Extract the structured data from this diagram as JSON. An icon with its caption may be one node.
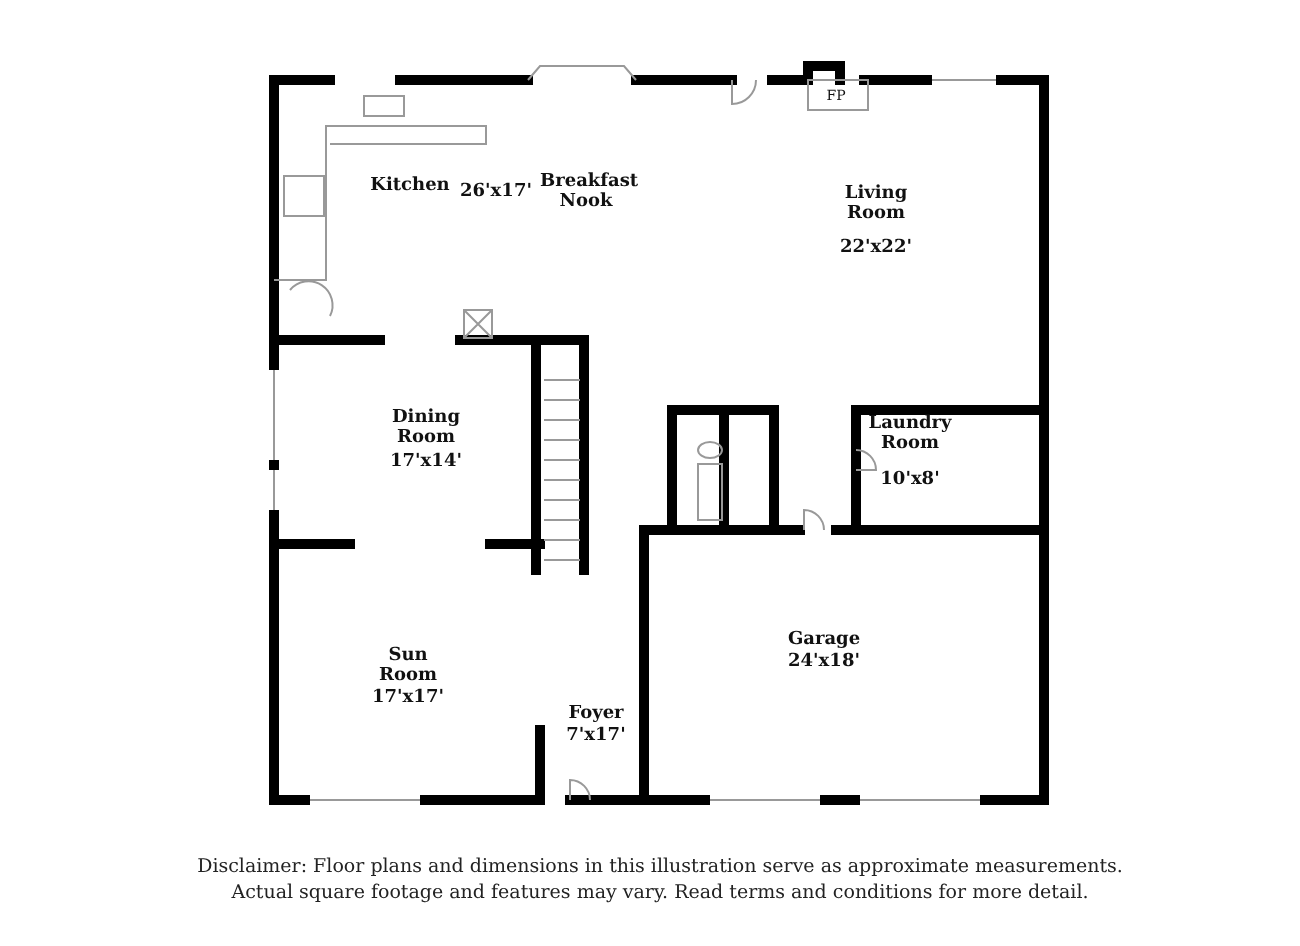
{
  "diagram": {
    "labels": [
      "FP",
      "Kitchen",
      "26'x17'",
      "Breakfast Nook",
      "Living Room",
      "22'x22'",
      "Dining Room",
      "17'x14'",
      "Laundry Room",
      "10'x8'",
      "Garage",
      "24'x18'",
      "Sun Room",
      "17'x17'",
      "Foyer",
      "7'x17'",
      "Disclaimer: Floor plans and dimensions in this illustration serve as approximate measurements. Actual square footage and features may vary. Read terms and conditions for more detail."
    ]
  }
}
